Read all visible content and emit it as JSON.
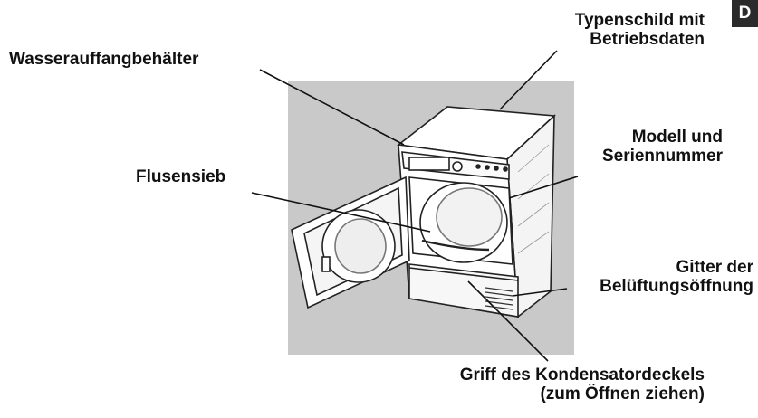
{
  "page_badge": "D",
  "labels": {
    "typenschild": [
      "Typenschild mit",
      "Betriebsdaten"
    ],
    "wasserauffangbehaelter": "Wasserauffangbehälter",
    "modell": [
      "Modell und",
      "Seriennummer"
    ],
    "flusensieb": "Flusensieb",
    "gitter": [
      "Gitter der",
      "Belüftungsöffnung"
    ],
    "griff": [
      "Griff des Kondensatordeckels",
      "(zum Öffnen ziehen)"
    ]
  }
}
